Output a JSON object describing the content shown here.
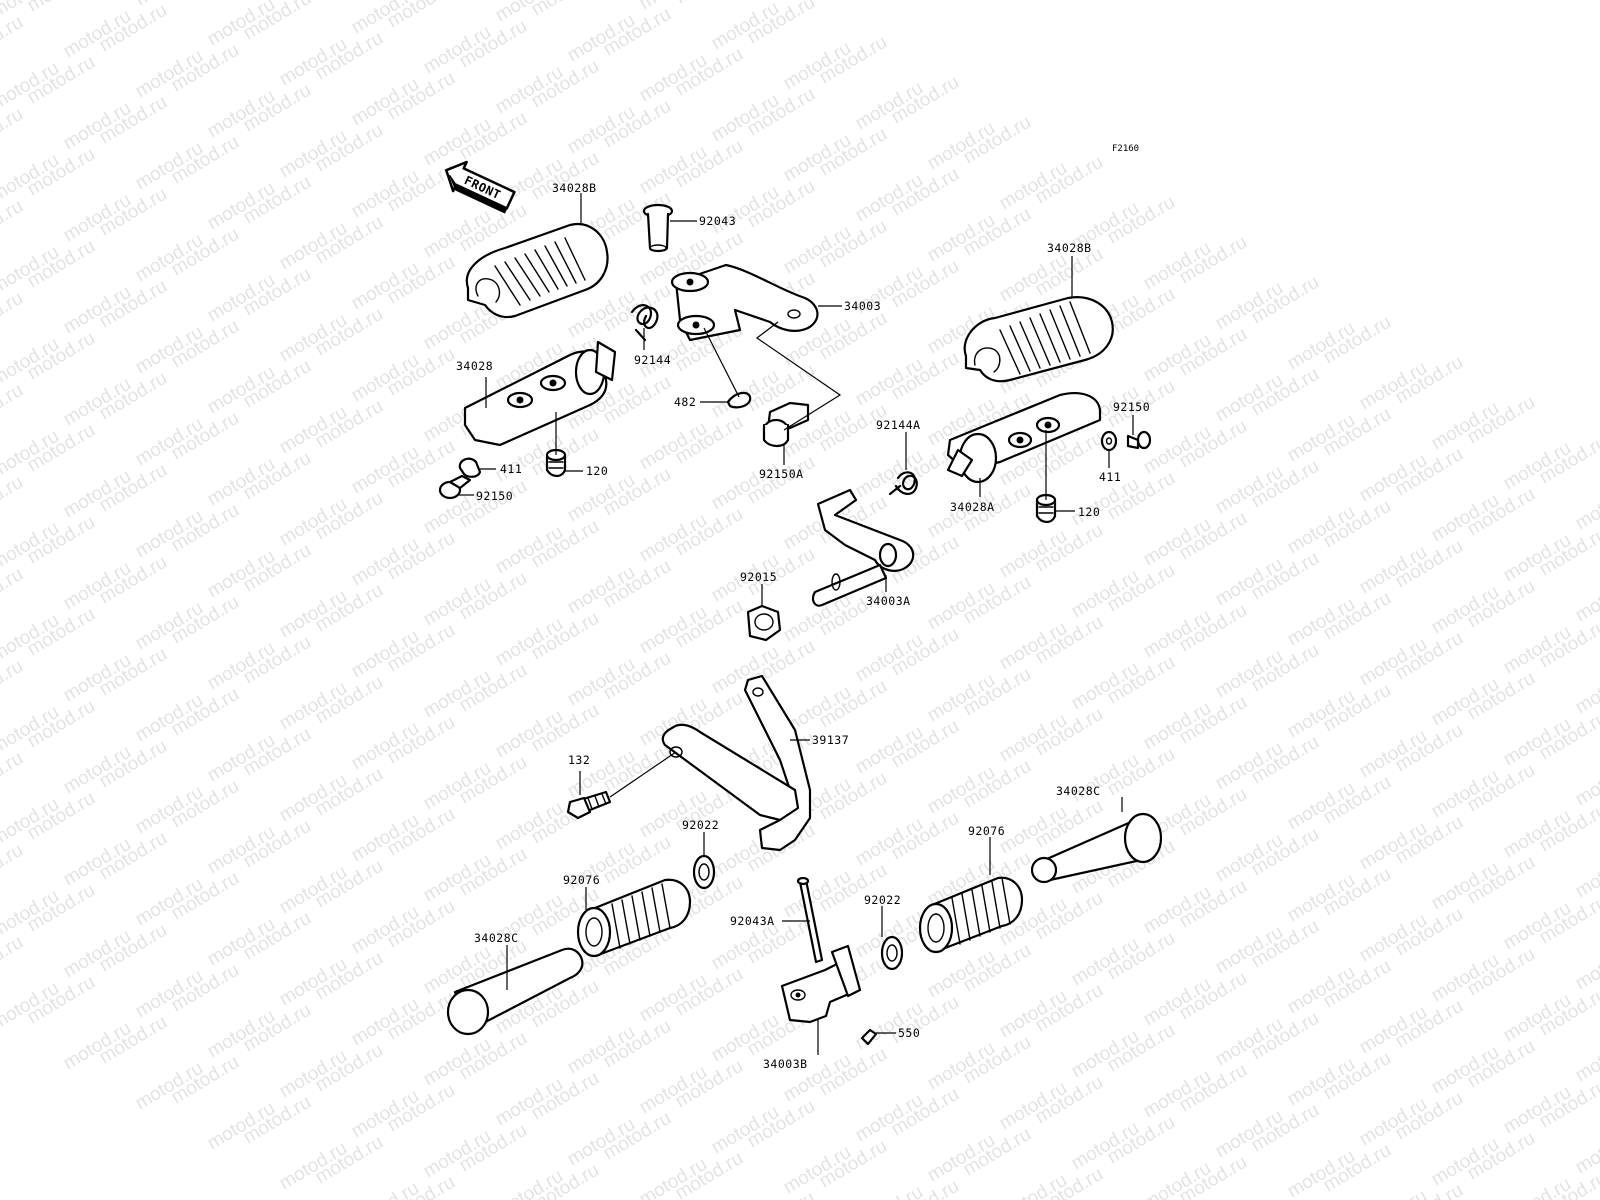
{
  "watermark": "motod.ru",
  "diagram_code": "F2160",
  "front_label": "FRONT",
  "labels": {
    "p34028B_left": "34028B",
    "p92043": "92043",
    "p34003": "34003",
    "p92144": "92144",
    "p34028": "34028",
    "p482": "482",
    "p92150A": "92150A",
    "p411_left": "411",
    "p120_left": "120",
    "p92150_left": "92150",
    "p34028B_right": "34028B",
    "p92150_right": "92150",
    "p92144A": "92144A",
    "p411_right": "411",
    "p34028A": "34028A",
    "p120_right": "120",
    "p92015": "92015",
    "p34003A": "34003A",
    "p39137": "39137",
    "p132": "132",
    "p92022_upper": "92022",
    "p34028C_right": "34028C",
    "p92076_right": "92076",
    "p92076_left": "92076",
    "p92022_lower": "92022",
    "p92043A": "92043A",
    "p34028C_left": "34028C",
    "p550": "550",
    "p34003B": "34003B"
  }
}
